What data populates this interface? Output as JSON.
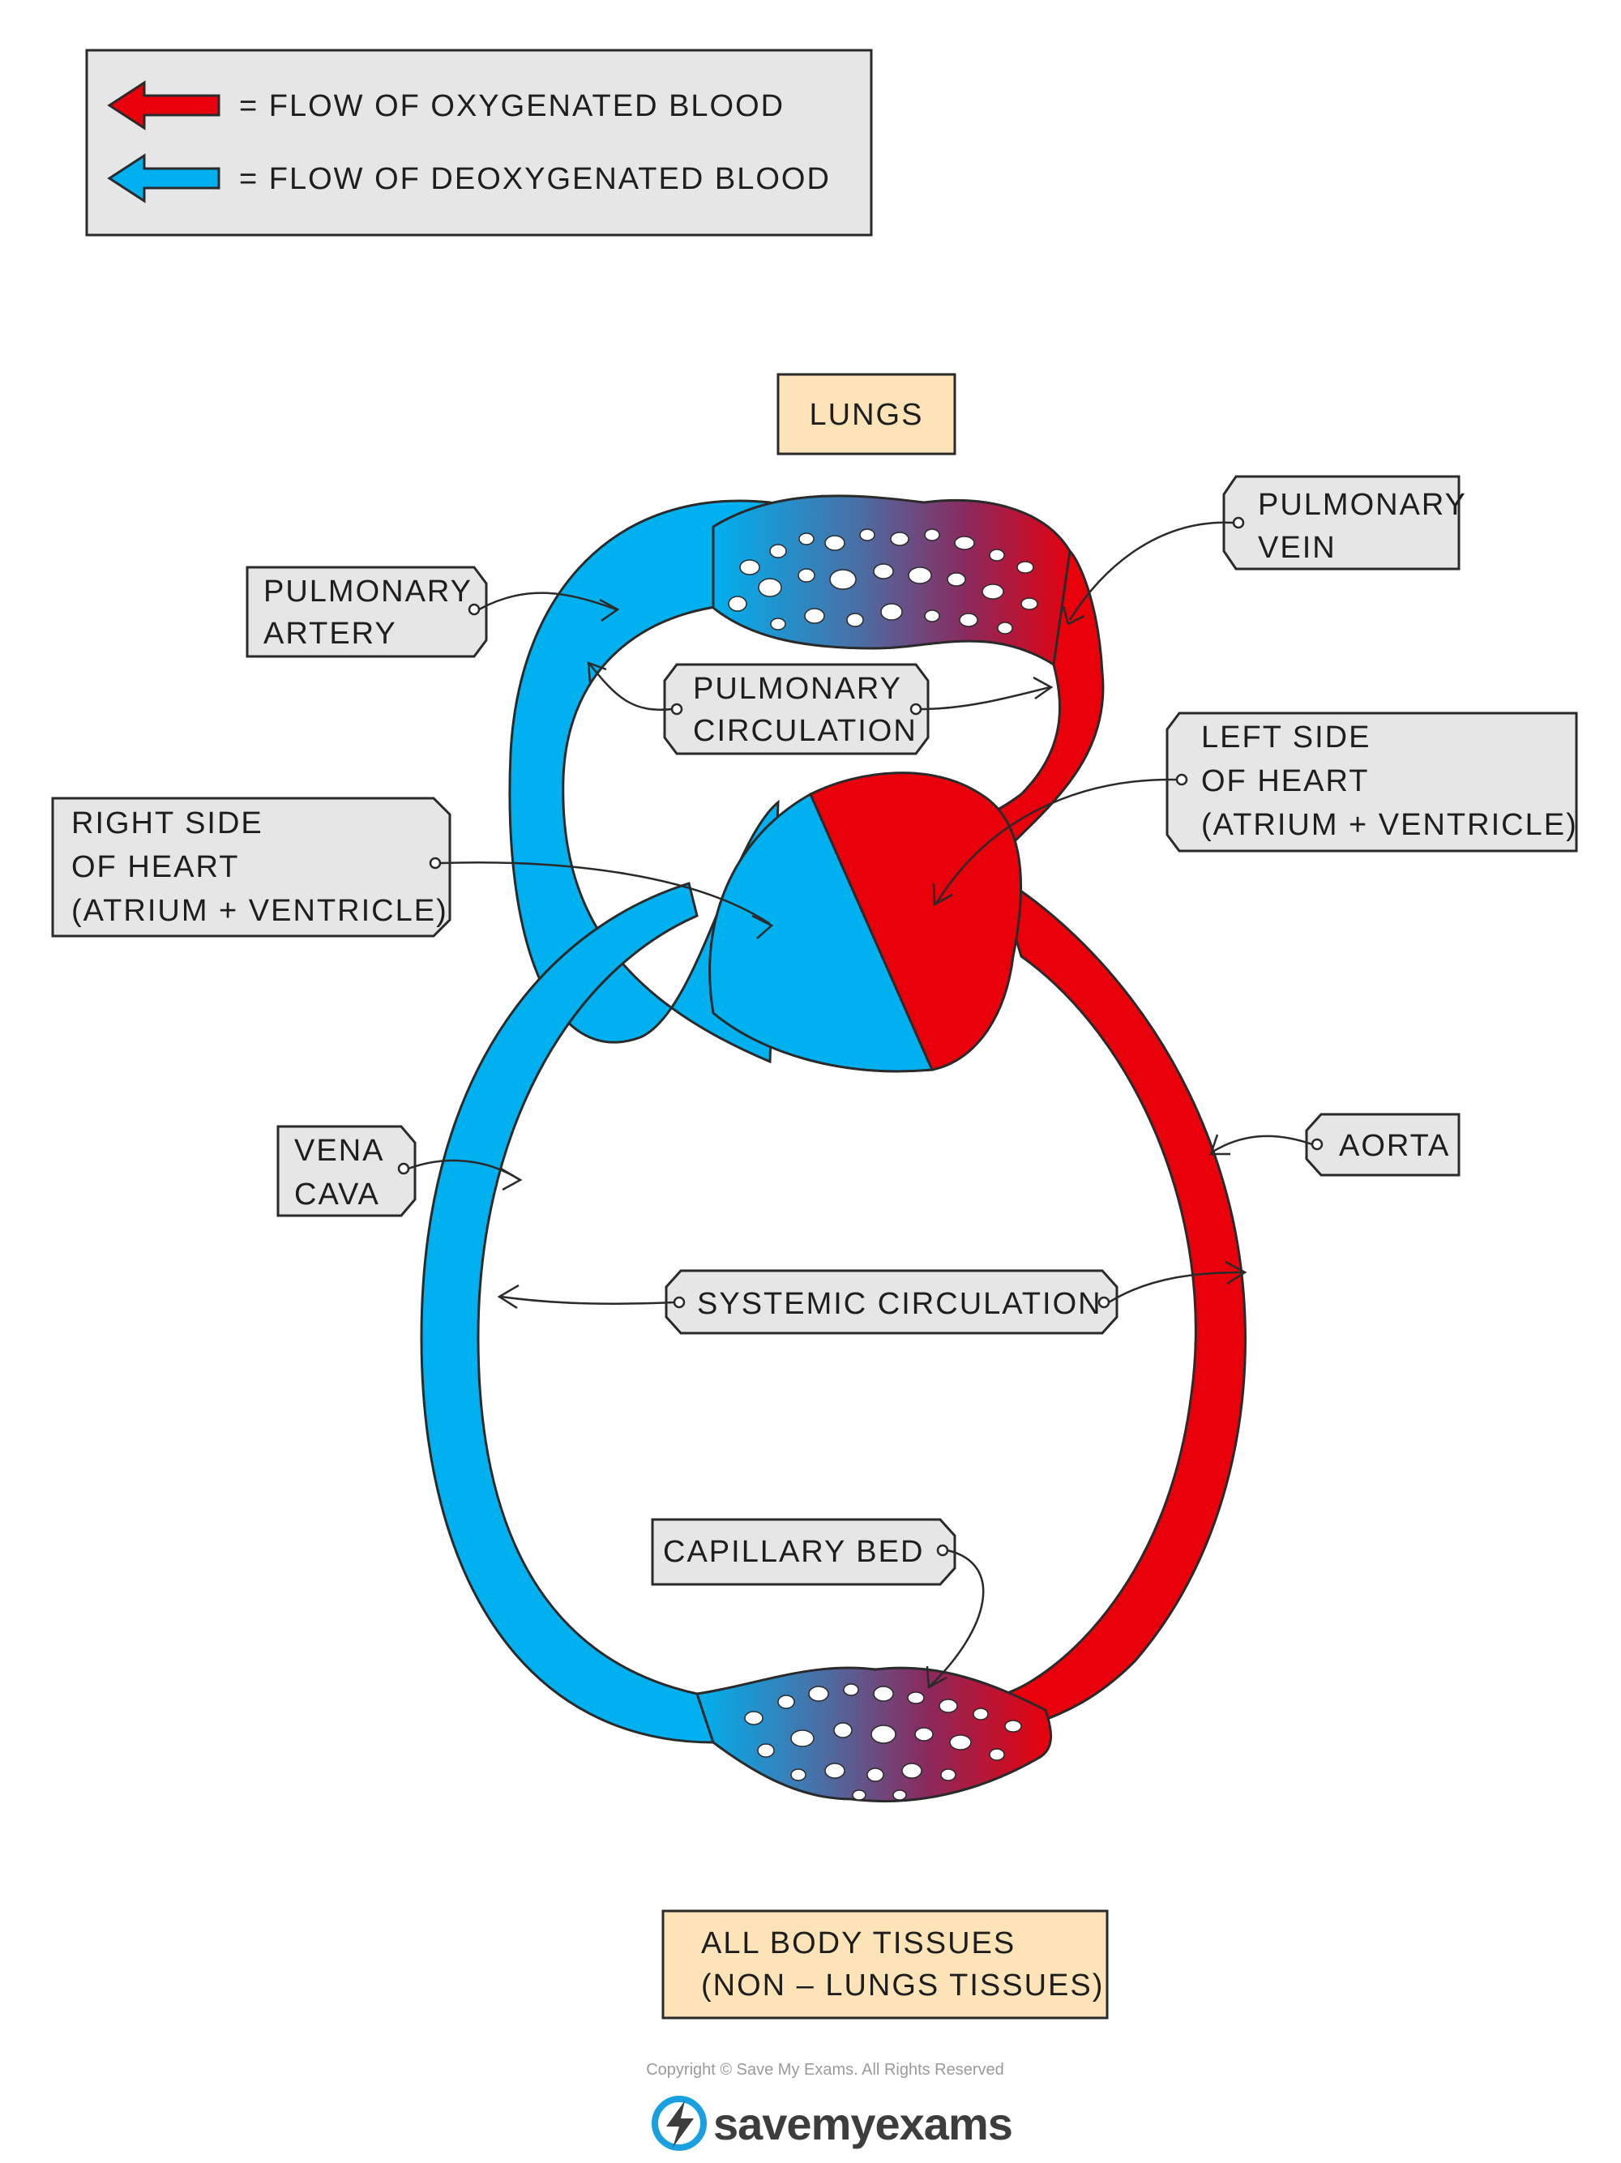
{
  "legend": {
    "oxygenated_label": "= FLOW  OF  OXYGENATED  BLOOD",
    "deoxygenated_label": "= FLOW  OF  DEOXYGENATED  BLOOD"
  },
  "regions": {
    "lungs": "LUNGS",
    "body_tissues_line1": "ALL  BODY  TISSUES",
    "body_tissues_line2": "(NON – LUNGS  TISSUES)"
  },
  "labels": {
    "pulmonary_vein_1": "PULMONARY",
    "pulmonary_vein_2": "VEIN",
    "pulmonary_artery_1": "PULMONARY",
    "pulmonary_artery_2": "ARTERY",
    "pulmonary_circulation_1": "PULMONARY",
    "pulmonary_circulation_2": "CIRCULATION",
    "left_heart_1": "LEFT  SIDE",
    "left_heart_2": "OF  HEART",
    "left_heart_3": "(ATRIUM + VENTRICLE)",
    "right_heart_1": "RIGHT  SIDE",
    "right_heart_2": "OF  HEART",
    "right_heart_3": "(ATRIUM + VENTRICLE)",
    "vena_cava_1": "VENA",
    "vena_cava_2": "CAVA",
    "aorta": "AORTA",
    "systemic_circulation": "SYSTEMIC   CIRCULATION",
    "capillary_bed": "CAPILLARY   BED"
  },
  "footer": {
    "copyright": "Copyright © Save My Exams. All Rights Reserved",
    "brand": "savemyexams"
  },
  "colors": {
    "oxygenated": "#e8000b",
    "deoxygenated": "#00b0ef",
    "mixed": "#7a2f6e",
    "tag_fill": "#e6e6e6",
    "region_fill": "#fde3b8"
  }
}
